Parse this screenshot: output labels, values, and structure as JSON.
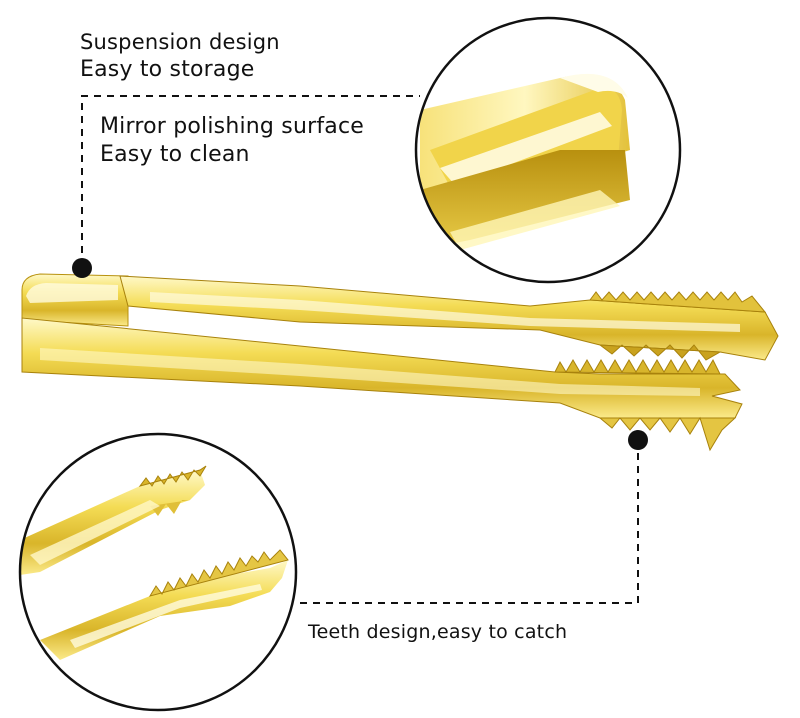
{
  "annotations": {
    "suspension": {
      "line1": "Suspension design",
      "line2": "Easy to storage"
    },
    "mirror": {
      "line1": "Mirror polishing surface",
      "line2": "Easy to clean"
    },
    "teeth": {
      "line1": "Teeth design,easy to catch"
    }
  },
  "colors": {
    "gold_light": "#FFF6B0",
    "gold_mid": "#F2D84E",
    "gold_deep": "#C9A21E",
    "gold_dark": "#8F6E0C",
    "line": "#111111"
  }
}
